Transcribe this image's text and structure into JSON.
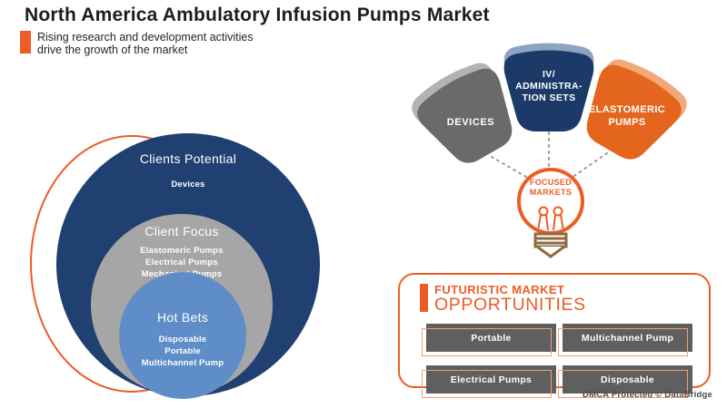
{
  "header": {
    "title": "North America Ambulatory Infusion Pumps Market",
    "subtitle_line1": "Rising research and development activities",
    "subtitle_line2": "drive the growth of the market"
  },
  "concentric": {
    "outer": {
      "title": "Clients Potential",
      "items": [
        "Devices"
      ]
    },
    "middle": {
      "title": "Client Focus",
      "items": [
        "Elastomeric Pumps",
        "Electrical Pumps",
        "Mechanical Pumps"
      ]
    },
    "inner": {
      "title": "Hot Bets",
      "items": [
        "Disposable",
        "Portable",
        "Multichannel Pump"
      ]
    }
  },
  "focused_markets": {
    "petals": [
      {
        "lines": [
          "DEVICES"
        ]
      },
      {
        "lines": [
          "IV/",
          "ADMINISTRA-",
          "TION SETS"
        ]
      },
      {
        "lines": [
          "ELASTOMERIC",
          "PUMPS"
        ]
      }
    ],
    "bulb_label": [
      "FOCUSED",
      "MARKETS"
    ]
  },
  "opportunities": {
    "heading_line1": "FUTURISTIC MARKET",
    "heading_line2": "OPPORTUNITIES",
    "buttons": [
      "Portable",
      "Multichannel Pump",
      "Electrical Pumps",
      "Disposable"
    ]
  },
  "footer": {
    "dmca_text": "DMCA Protected © DataBridge"
  },
  "colors": {
    "accent_orange": "#ec5c26",
    "petal_orange": "#e4661e",
    "petal_orange_shadow": "#f2a878",
    "navy": "#1f4070",
    "petal_navy": "#1b3a68",
    "petal_navy_shadow": "#8da3c2",
    "gray_circle": "#a6a6a6",
    "light_blue": "#5e8dc8",
    "petal_gray": "#6a6a6a",
    "petal_gray_shadow": "#b3b3b3",
    "button_gray": "#5f5f5f",
    "button_outline": "#f29e74",
    "bulb_base_brown": "#8f6a3e",
    "dotted_line_gray": "#9a9a9a"
  }
}
